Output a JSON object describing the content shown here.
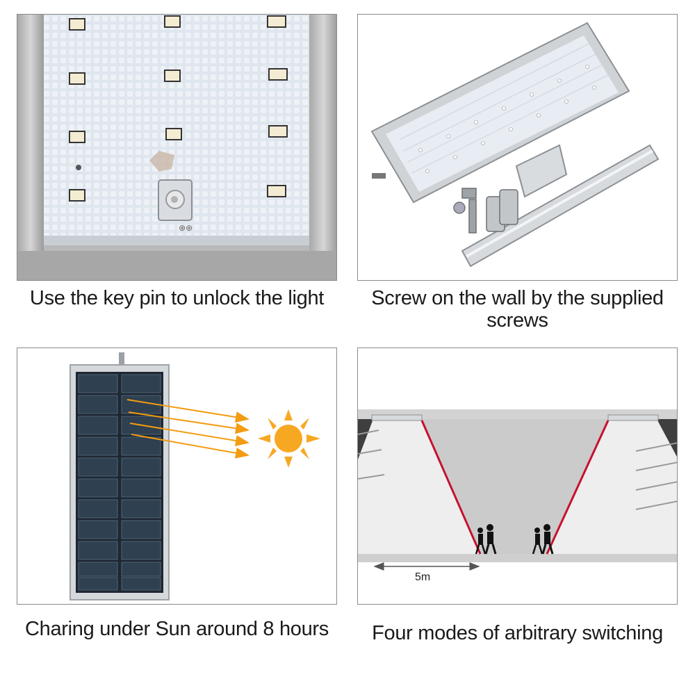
{
  "captions": {
    "unlock": "Use the key pin to unlock the light",
    "screw_line1": "Screw on the wall by the supplied",
    "screw_line2": "screws",
    "charging": "Charing under Sun around 8 hours",
    "modes": "Four modes of arbitrary switching"
  },
  "diagram": {
    "distance_label": "5m"
  },
  "colors": {
    "sensor_beam": "#c8102e",
    "sun": "#f7a823",
    "arrow": "#f39c12",
    "solar_cell": "#2b3a4a"
  }
}
